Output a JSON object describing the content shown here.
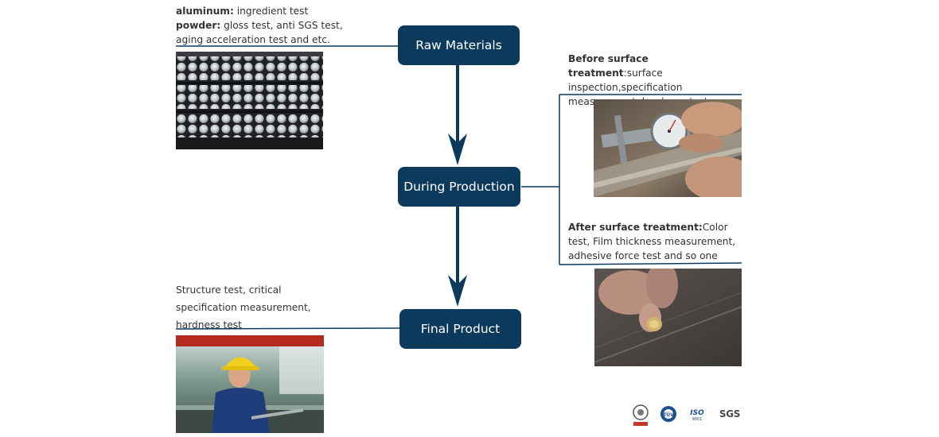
{
  "nodes": {
    "raw": "Raw Materials",
    "during": "During Production",
    "final": "Final Product"
  },
  "notes": {
    "raw": {
      "line1_bold": "aluminum:",
      "line1_rest": " ingredient test",
      "line2_bold": "powder:",
      "line2_rest": " gloss test, anti SGS test,",
      "line3": "aging acceleration test and etc."
    },
    "before": {
      "bold": "Before surface treatment",
      "rest": ":surface inspection,specification measurement, hardness test."
    },
    "after": {
      "bold": "After surface treatment:",
      "rest": "Color test, Film thickness measurement, adhesive force test and so one"
    },
    "final": {
      "line1": "Structure test, critical",
      "line2": "specification measurement,",
      "line3": "hardness test"
    }
  },
  "certifications": {
    "sgs": "SGS",
    "iso": "ISO",
    "iso_number": "9001",
    "tuv": "TÜV"
  },
  "colors": {
    "node_fill": "#0b3a5c",
    "node_text": "#ffffff",
    "connector": "#0b3a5c"
  },
  "icons": [
    "aluminum-bars-photo",
    "caliper-inspection-photo",
    "coin-scratch-test-photo",
    "worker-inspection-photo",
    "bureau-veritas-logo",
    "tuv-logo",
    "iso-9001-logo",
    "sgs-logo"
  ]
}
